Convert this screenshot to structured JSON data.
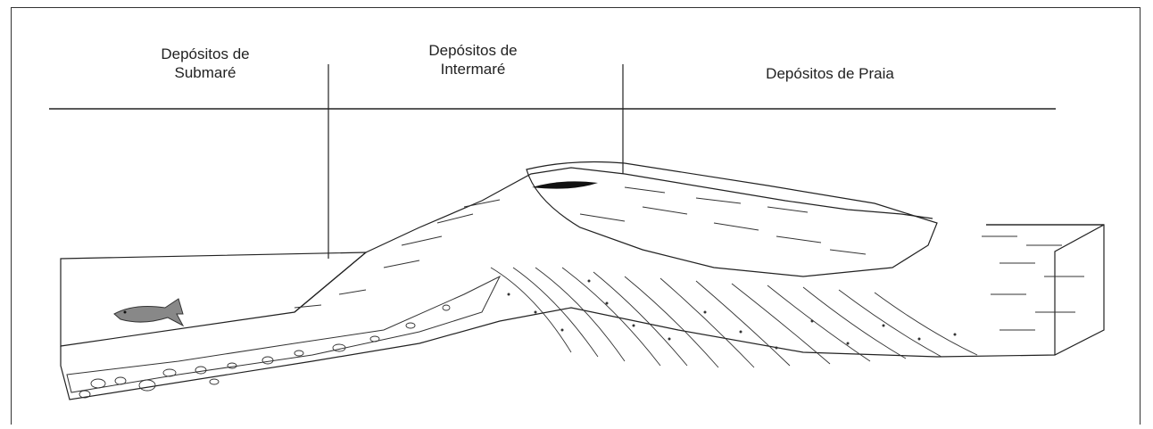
{
  "zones": {
    "submare": {
      "line1": "Depósitos de",
      "line2": "Submaré"
    },
    "intermare": {
      "line1": "Depósitos de",
      "line2": "Intermaré"
    },
    "praia": {
      "line1": "Depósitos de Praia"
    }
  },
  "icons": {
    "fish": "shark-fish-icon"
  }
}
